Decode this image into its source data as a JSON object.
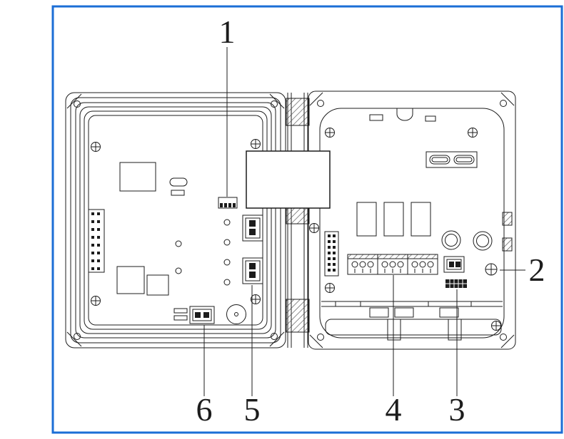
{
  "figure": {
    "callouts": [
      {
        "num": "1"
      },
      {
        "num": "2"
      },
      {
        "num": "3"
      },
      {
        "num": "4"
      },
      {
        "num": "5"
      },
      {
        "num": "6"
      }
    ]
  },
  "colors": {
    "frame": "#1b6ed6",
    "line": "#1c1c1c",
    "background": "#ffffff"
  }
}
